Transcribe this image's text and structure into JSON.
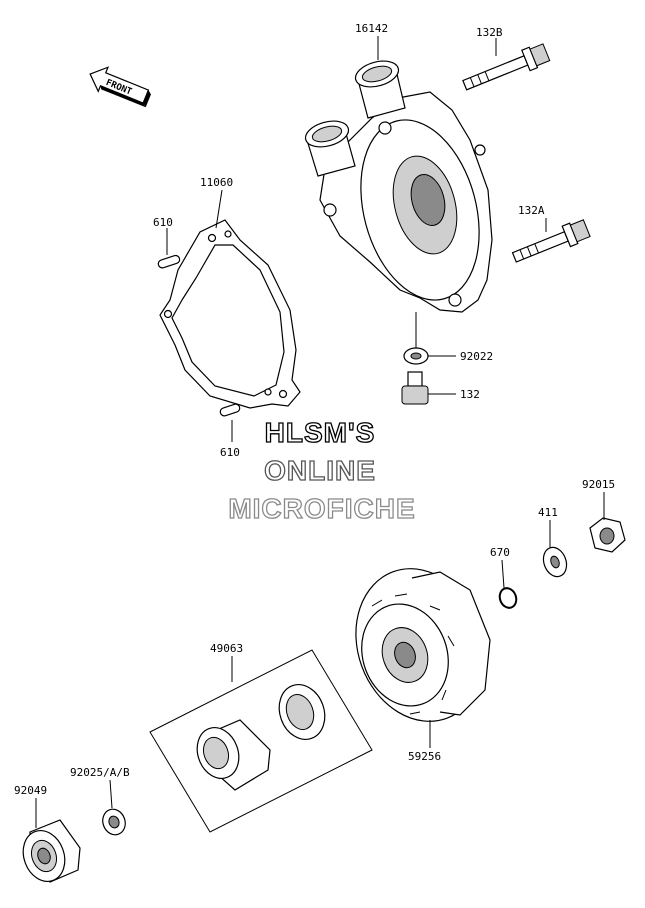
{
  "front_arrow": {
    "label": "FRONT"
  },
  "watermark": {
    "line1": "HLSM'S",
    "line2": "ONLINE",
    "line3": "MICROFICHE"
  },
  "labels": {
    "p16142": "16142",
    "p132B": "132B",
    "p11060": "11060",
    "p610a": "610",
    "p132A": "132A",
    "p92022": "92022",
    "p132": "132",
    "p610b": "610",
    "p92015": "92015",
    "p411": "411",
    "p670": "670",
    "p49063": "49063",
    "p59256": "59256",
    "p92025": "92025/A/B",
    "p92049": "92049"
  }
}
